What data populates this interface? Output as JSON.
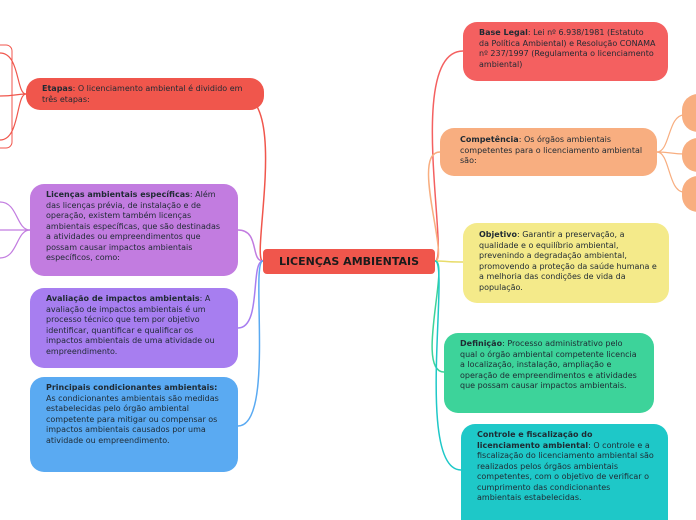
{
  "central": {
    "title": "LICENÇAS AMBIENTAIS"
  },
  "left": [
    {
      "key": "etapas",
      "color": "#f0564c",
      "label": "Etapas",
      "text": "O licenciamento ambiental é dividido em três etapas:"
    },
    {
      "key": "especificas",
      "color": "#c27ce0",
      "label": "Licenças ambientais específicas",
      "text": "Além das licenças prévia, de instalação e de operação, existem também licenças ambientais específicas, que são destinadas a atividades ou empreendimentos que possam causar impactos ambientais específicos, como:"
    },
    {
      "key": "avaliacao",
      "color": "#a77ef0",
      "label": "Avaliação de impactos ambientais",
      "text": "A avaliação de impactos ambientais é um processo técnico que tem por objetivo identificar, quantificar e qualificar os impactos ambientais de uma atividade ou empreendimento."
    },
    {
      "key": "condicionantes",
      "color": "#5aaaf2",
      "label": "Principais condicionantes ambientais:",
      "text": "As condicionantes ambientais são medidas estabelecidas pelo órgão ambiental competente para mitigar ou compensar os impactos ambientais causados por uma atividade ou empreendimento."
    }
  ],
  "right": [
    {
      "key": "base-legal",
      "color": "#f46060",
      "label": "Base Legal",
      "text": "Lei nº 6.938/1981 (Estatuto da Política Ambiental) e Resolução CONAMA nº 237/1997 (Regulamenta o licenciamento ambiental)"
    },
    {
      "key": "competencia",
      "color": "#f8ae80",
      "label": "Competência",
      "text": "Os órgãos ambientais competentes para o licenciamento ambiental são:"
    },
    {
      "key": "objetivo",
      "color": "#f4ea8a",
      "label": "Objetivo",
      "text": "Garantir a preservação, a qualidade e o equilíbrio ambiental, prevenindo a degradação ambiental, promovendo a proteção da saúde humana e a melhoria das condições de vida da população."
    },
    {
      "key": "definicao",
      "color": "#3dd39a",
      "label": "Definição",
      "text": "Processo administrativo pelo qual o órgão ambiental competente licencia a localização, instalação, ampliação e operação de empreendimentos e atividades que possam causar impactos ambientais."
    },
    {
      "key": "controle",
      "color": "#1ec8c8",
      "label": "Controle e fiscalização do licenciamento ambiental",
      "text": "O controle e a fiscalização do licenciamento ambiental são realizados pelos órgãos ambientais competentes, com o objetivo de verificar o cumprimento das condicionantes ambientais estabelecidas."
    }
  ],
  "colors": {
    "etapas_link": "#f0564c",
    "especificas_link": "#c27ce0",
    "avaliacao_link": "#a77ef0",
    "condicionantes_link": "#5aaaf2",
    "base_link": "#f46060",
    "competencia_link": "#f8ae80",
    "objetivo_link": "#e8dc6a",
    "definicao_link": "#3dd39a",
    "controle_link": "#1ec8c8"
  }
}
